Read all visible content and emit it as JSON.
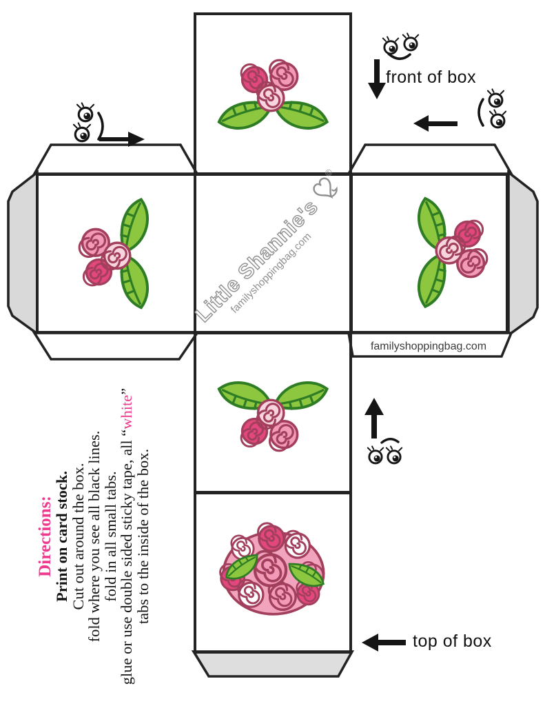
{
  "page": {
    "type": "printable-box-template",
    "background": "#ffffff"
  },
  "annotations": {
    "front_label": "front of box",
    "top_label": "top of box"
  },
  "watermark": {
    "brand": "Little Shannie's",
    "site": "familyshoppingbag.com",
    "copyright": "©"
  },
  "tabs": {
    "site_text": "familyshoppingbag.com"
  },
  "directions": {
    "heading": "Directions:",
    "print_line": "Print on card stock.",
    "cut_line": "Cut out around the box.",
    "fold_line": "fold where you see all black lines.",
    "tabs_line": "fold in all small tabs.",
    "glue_pre": "glue or use double sided sticky tape, all “",
    "glue_word": "white",
    "glue_post": "”",
    "inside_line": "tabs to the inside of the box."
  },
  "colors": {
    "accent_pink": "#ee3a8c",
    "stripe_light": "#e3f6fb",
    "stripe_mid": "#c9ecf7",
    "stripe_dark": "#a9ddef",
    "leaf_green": "#8dc63f",
    "leaf_outline": "#2e7d25",
    "rose_dark": "#e2487e",
    "rose_medium": "#f29ab8",
    "rose_light": "#f8d4df",
    "rose_white": "#ffffff",
    "rose_outline": "#a13f5d",
    "tab_gray": "#d9d9d9",
    "line_black": "#232323",
    "watermark_gray": "#8f8f8f"
  },
  "icons": {
    "arrows": [
      "right-arrow",
      "down-arrow",
      "left-arrow",
      "up-arrow"
    ],
    "faces": [
      "smiley-face",
      "sideways-face-right",
      "sideways-face-left",
      "eyes-up"
    ]
  }
}
